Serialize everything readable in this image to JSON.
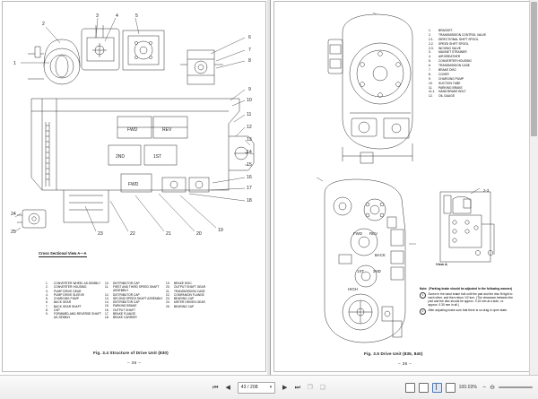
{
  "app": {
    "type": "pdf-viewer",
    "background": "#ffffff"
  },
  "toolbar": {
    "first_page_label": "⏮",
    "prev_page_label": "◀",
    "next_page_label": "▶",
    "last_page_label": "⏭",
    "page_value": "43 / 208",
    "page_dropdown_caret": "▾",
    "fit_page_label": "❐",
    "fit_width_label": "❑",
    "zoom_value": "100.03%",
    "zoom_out_label": "−",
    "zoom_in_label": "⊖",
    "single_page_icon": "single-page-icon",
    "bookmark_icon": "bookmark-icon",
    "two_page_icon": "two-page-icon",
    "continuous_icon": "continuous-scroll-icon"
  },
  "left_page": {
    "section_label": "Cross Sectional View A—A",
    "figure_caption": "Fig. 3.4   Structure of Drive Unit  (830)",
    "page_number": "– 35 –",
    "diagram_callouts": [
      "1",
      "2",
      "3",
      "4",
      "5",
      "6",
      "7",
      "8",
      "9",
      "10",
      "11",
      "12",
      "13",
      "14",
      "15",
      "16",
      "17",
      "18",
      "19",
      "20",
      "21",
      "22",
      "23",
      "24",
      "25"
    ],
    "gear_labels": [
      "FWD",
      "REV",
      "2ND",
      "1ST",
      "FWD"
    ],
    "parts_columns": [
      [
        {
          "num": "1.",
          "name": "CONVERTER WHEEL AS-SEMBLY"
        },
        {
          "num": "2.",
          "name": "CONVERTER HOUSING"
        },
        {
          "num": "3.",
          "name": "PUMP DRIVE GEAR"
        },
        {
          "num": "4.",
          "name": "PUMP DRIVE SLEEVE"
        },
        {
          "num": "5.",
          "name": "CHARGING PUMP"
        },
        {
          "num": "6.",
          "name": "BACK GEAR"
        },
        {
          "num": "7.",
          "name": "BACK GEAR SHAFT"
        },
        {
          "num": "8.",
          "name": "CAP"
        },
        {
          "num": "9.",
          "name": "FORWARD-AND-REVERSE SHAFT AS-SEMBLY"
        }
      ],
      [
        {
          "num": "10.",
          "name": "DISTRIBUTOR CAP"
        },
        {
          "num": "11.",
          "name": "FIRST AND THIRD SPEED SHAFT ASSEMBLY"
        },
        {
          "num": "12.",
          "name": "DISTRIBUTOR CAP"
        },
        {
          "num": "13.",
          "name": "SECOND SPEED SHAFT ASSEMBLY"
        },
        {
          "num": "14.",
          "name": "DISTRIBUTOR CAP"
        },
        {
          "num": "15.",
          "name": "PARKING BRAKE"
        },
        {
          "num": "16.",
          "name": "OUTPUT SHAFT"
        },
        {
          "num": "17.",
          "name": "BRAKE FLANGE"
        },
        {
          "num": "18.",
          "name": "BRAKE CARRIER"
        }
      ],
      [
        {
          "num": "19.",
          "name": "BRAKE DISC"
        },
        {
          "num": "20.",
          "name": "OUTPUT SHAFT GEAR"
        },
        {
          "num": "21.",
          "name": "TRANSMISSION CASE"
        },
        {
          "num": "22.",
          "name": "COMPANION FLANGE"
        },
        {
          "num": "23.",
          "name": "BEARING CAP"
        },
        {
          "num": "24.",
          "name": "METER DRIVEN GEAR"
        },
        {
          "num": "25.",
          "name": "BEARING CAP"
        }
      ]
    ]
  },
  "right_page": {
    "figure_caption": "Fig. 3.5   Drive Unit  (835, 840)",
    "page_number": "– 36 –",
    "view_label": "View A",
    "diagram_callouts": [
      "1",
      "2",
      "2-1",
      "2-2",
      "2-3",
      "3",
      "4",
      "5",
      "6",
      "7",
      "8",
      "9",
      "10",
      "11",
      "11-1",
      "12",
      "A"
    ],
    "gear_labels": [
      "FWD",
      "REV",
      "BACK",
      "1ST",
      "2ND",
      "HIGH"
    ],
    "parts_list": [
      {
        "num": "1.",
        "name": "BRACKET"
      },
      {
        "num": "2.",
        "name": "TRANSMISSION CONTROL VALVE"
      },
      {
        "num": "2-1.",
        "name": "DIRECTIONAL SHIFT SPOOL"
      },
      {
        "num": "2-2.",
        "name": "SPEED SHIFT SPOOL"
      },
      {
        "num": "2-3.",
        "name": "INCHING VALVE"
      },
      {
        "num": "3.",
        "name": "MAGNET STRAINER"
      },
      {
        "num": "4.",
        "name": "AIR BREATHER"
      },
      {
        "num": "5.",
        "name": "CONVERTER HOUSING"
      },
      {
        "num": "6.",
        "name": "TRANSMISSION CASE"
      },
      {
        "num": "7.",
        "name": "BRAKE DISC"
      },
      {
        "num": "8.",
        "name": "COVER"
      },
      {
        "num": "9.",
        "name": "CHARGING PUMP"
      },
      {
        "num": "10.",
        "name": "SUCTION TUBE"
      },
      {
        "num": "11.",
        "name": "PARKING BRAKE"
      },
      {
        "num": "11-1.",
        "name": "HAND BRAKE BOLT"
      },
      {
        "num": "12.",
        "name": "OIL GAUGE"
      }
    ],
    "note": {
      "label": "Note:",
      "headline": "(Parking brake should be adjusted in the following manner)",
      "items": [
        {
          "marker": "1",
          "text": "Screw in the hand brake bolt until the pad and the disc fit tight to each other, and then return 1/2 turn.  (The clearance between the pad and the disc should be approx. 0.15 mm at a side, i.e. approx. 0.30 mm in all.)"
        },
        {
          "marker": "2",
          "text": "After adjusting make sure that there is no drag in open state."
        }
      ]
    }
  }
}
